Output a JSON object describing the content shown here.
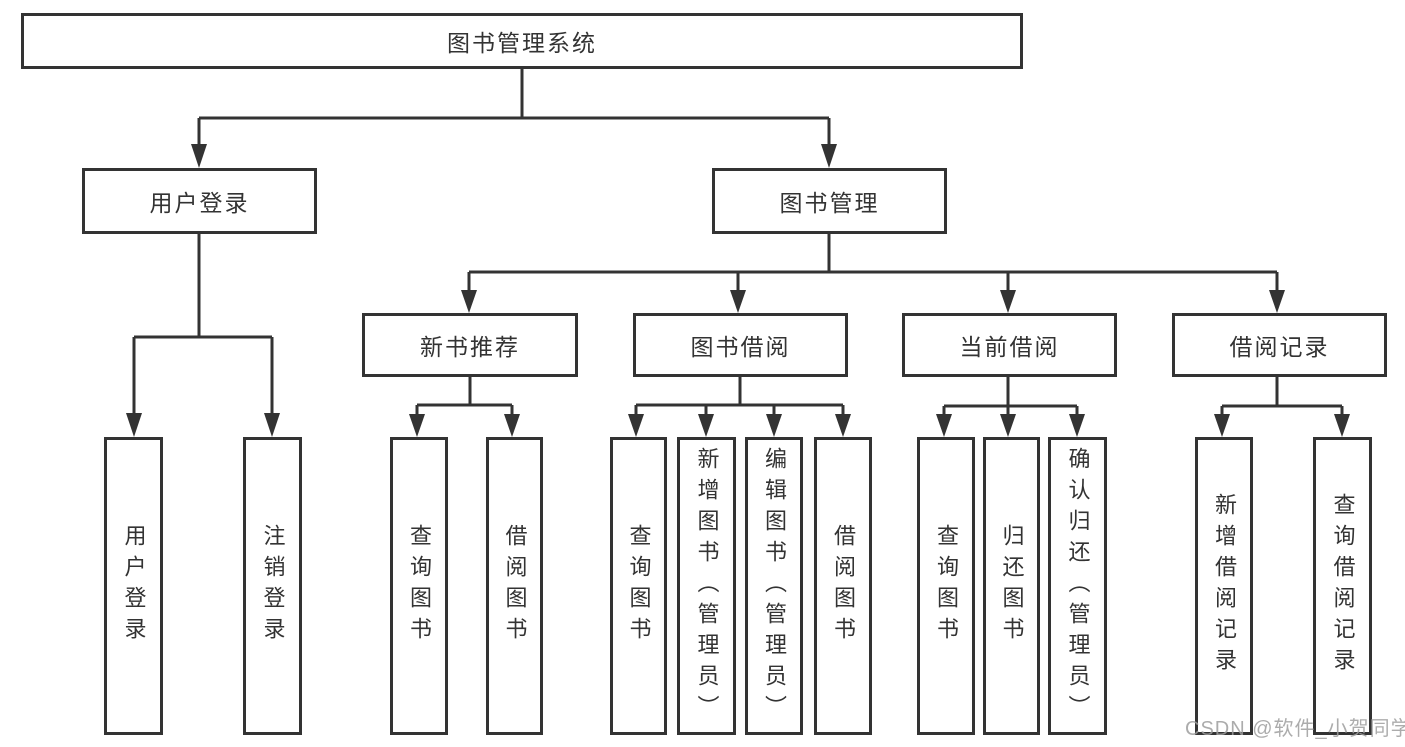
{
  "diagram": {
    "type": "tree-structure-chart",
    "root": "图书管理系统",
    "l2": [
      "用户登录",
      "图书管理"
    ],
    "l3": [
      "新书推荐",
      "图书借阅",
      "当前借阅",
      "借阅记录"
    ],
    "leaf": [
      "用户登录",
      "注销登录",
      "查询图书",
      "借阅图书",
      "查询图书",
      "新增图书（管理员）",
      "编辑图书（管理员）",
      "借阅图书",
      "查询图书",
      "归还图书",
      "确认归还（管理员）",
      "新增借阅记录",
      "查询借阅记录"
    ],
    "hierarchy": {
      "图书管理系统": {
        "用户登录": [
          "用户登录",
          "注销登录"
        ],
        "图书管理": {
          "新书推荐": [
            "查询图书",
            "借阅图书"
          ],
          "图书借阅": [
            "查询图书",
            "新增图书（管理员）",
            "编辑图书（管理员）",
            "借阅图书"
          ],
          "当前借阅": [
            "查询图书",
            "归还图书",
            "确认归还（管理员）"
          ],
          "借阅记录": [
            "新增借阅记录",
            "查询借阅记录"
          ]
        }
      }
    }
  },
  "watermark": "CSDN @软件_小贺同学",
  "colors": {
    "line": "#333333",
    "box_border": "#333333",
    "text": "#333333",
    "watermark": "#9e9e9e",
    "background": "#ffffff"
  }
}
